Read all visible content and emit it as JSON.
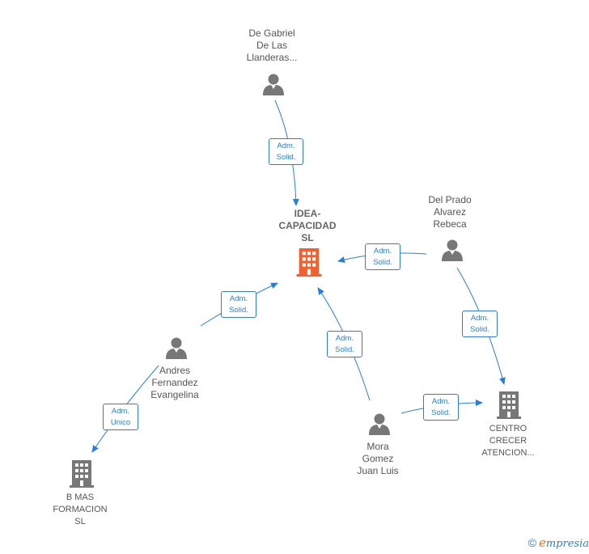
{
  "nodes": {
    "de_gabriel": {
      "label_lines": [
        "De Gabriel",
        "De Las",
        "Llanderas..."
      ],
      "type": "person"
    },
    "idea": {
      "label_lines": [
        "IDEA-",
        "CAPACIDAD",
        "SL"
      ],
      "type": "company",
      "highlight": true
    },
    "del_prado": {
      "label_lines": [
        "Del Prado",
        "Alvarez",
        "Rebeca"
      ],
      "type": "person"
    },
    "andres": {
      "label_lines": [
        "Andres",
        "Fernandez",
        "Evangelina"
      ],
      "type": "person"
    },
    "mora": {
      "label_lines": [
        "Mora",
        "Gomez",
        "Juan Luis"
      ],
      "type": "person"
    },
    "centro": {
      "label_lines": [
        "CENTRO",
        "CRECER",
        "ATENCION..."
      ],
      "type": "company"
    },
    "bmas": {
      "label_lines": [
        "B MAS",
        "FORMACION",
        "SL"
      ],
      "type": "company"
    }
  },
  "edges": {
    "degabriel_idea": {
      "line1": "Adm.",
      "line2": "Solid."
    },
    "delprado_idea": {
      "line1": "Adm.",
      "line2": "Solid."
    },
    "andres_idea": {
      "line1": "Adm.",
      "line2": "Solid."
    },
    "mora_idea": {
      "line1": "Adm.",
      "line2": "Solid."
    },
    "delprado_centro": {
      "line1": "Adm.",
      "line2": "Solid."
    },
    "mora_centro": {
      "line1": "Adm.",
      "line2": "Solid."
    },
    "andres_bmas": {
      "line1": "Adm.",
      "line2": "Unico"
    }
  },
  "colors": {
    "edge": "#2a7fd4",
    "person_icon": "#777777",
    "company_icon": "#777777",
    "highlight_company": "#f06030"
  },
  "footer": {
    "copyright": "©",
    "brand_first": "e",
    "brand_rest": "mpresia"
  }
}
